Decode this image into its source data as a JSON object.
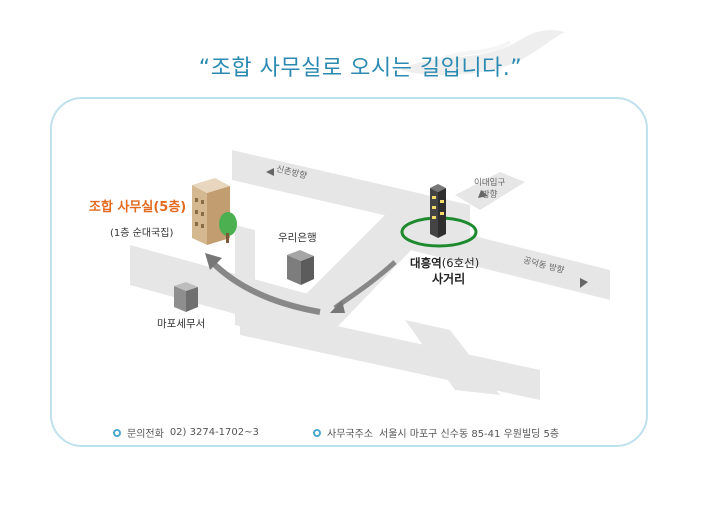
{
  "title": "“조합 사무실로 오시는 길입니다.”",
  "landmarks": {
    "office_name": "조합 사무실(5층)",
    "office_floor1": "(1층 순대국집)",
    "bank": "우리은행",
    "tax_office": "마포세무서",
    "station_name": "대흥역",
    "station_line": "(6호선)",
    "intersection": "사거리"
  },
  "directions": {
    "sinchon": "신촌방향",
    "ewha_line1": "이대입구",
    "ewha_line2": "방향",
    "gongdeok": "공덕동 방향"
  },
  "footer": {
    "phone_label": "문의전화",
    "phone_value": "02) 3274-1702~3",
    "address_label": "사무국주소",
    "address_value": "서울시 마포구 신수동 85-41 우원빌딩 5층"
  },
  "colors": {
    "title": "#2b8ab2",
    "frame_border": "#bfe1ee",
    "road": "#e6e6e6",
    "station_ring": "#1e8a2e",
    "office_label": "#e46a1e",
    "bullet": "#4ba8cf"
  },
  "icons": [
    "building-icon",
    "tree-icon",
    "bank-building-icon",
    "tax-office-building-icon",
    "station-tower-icon",
    "route-arrow-icon",
    "bullet-icon"
  ]
}
